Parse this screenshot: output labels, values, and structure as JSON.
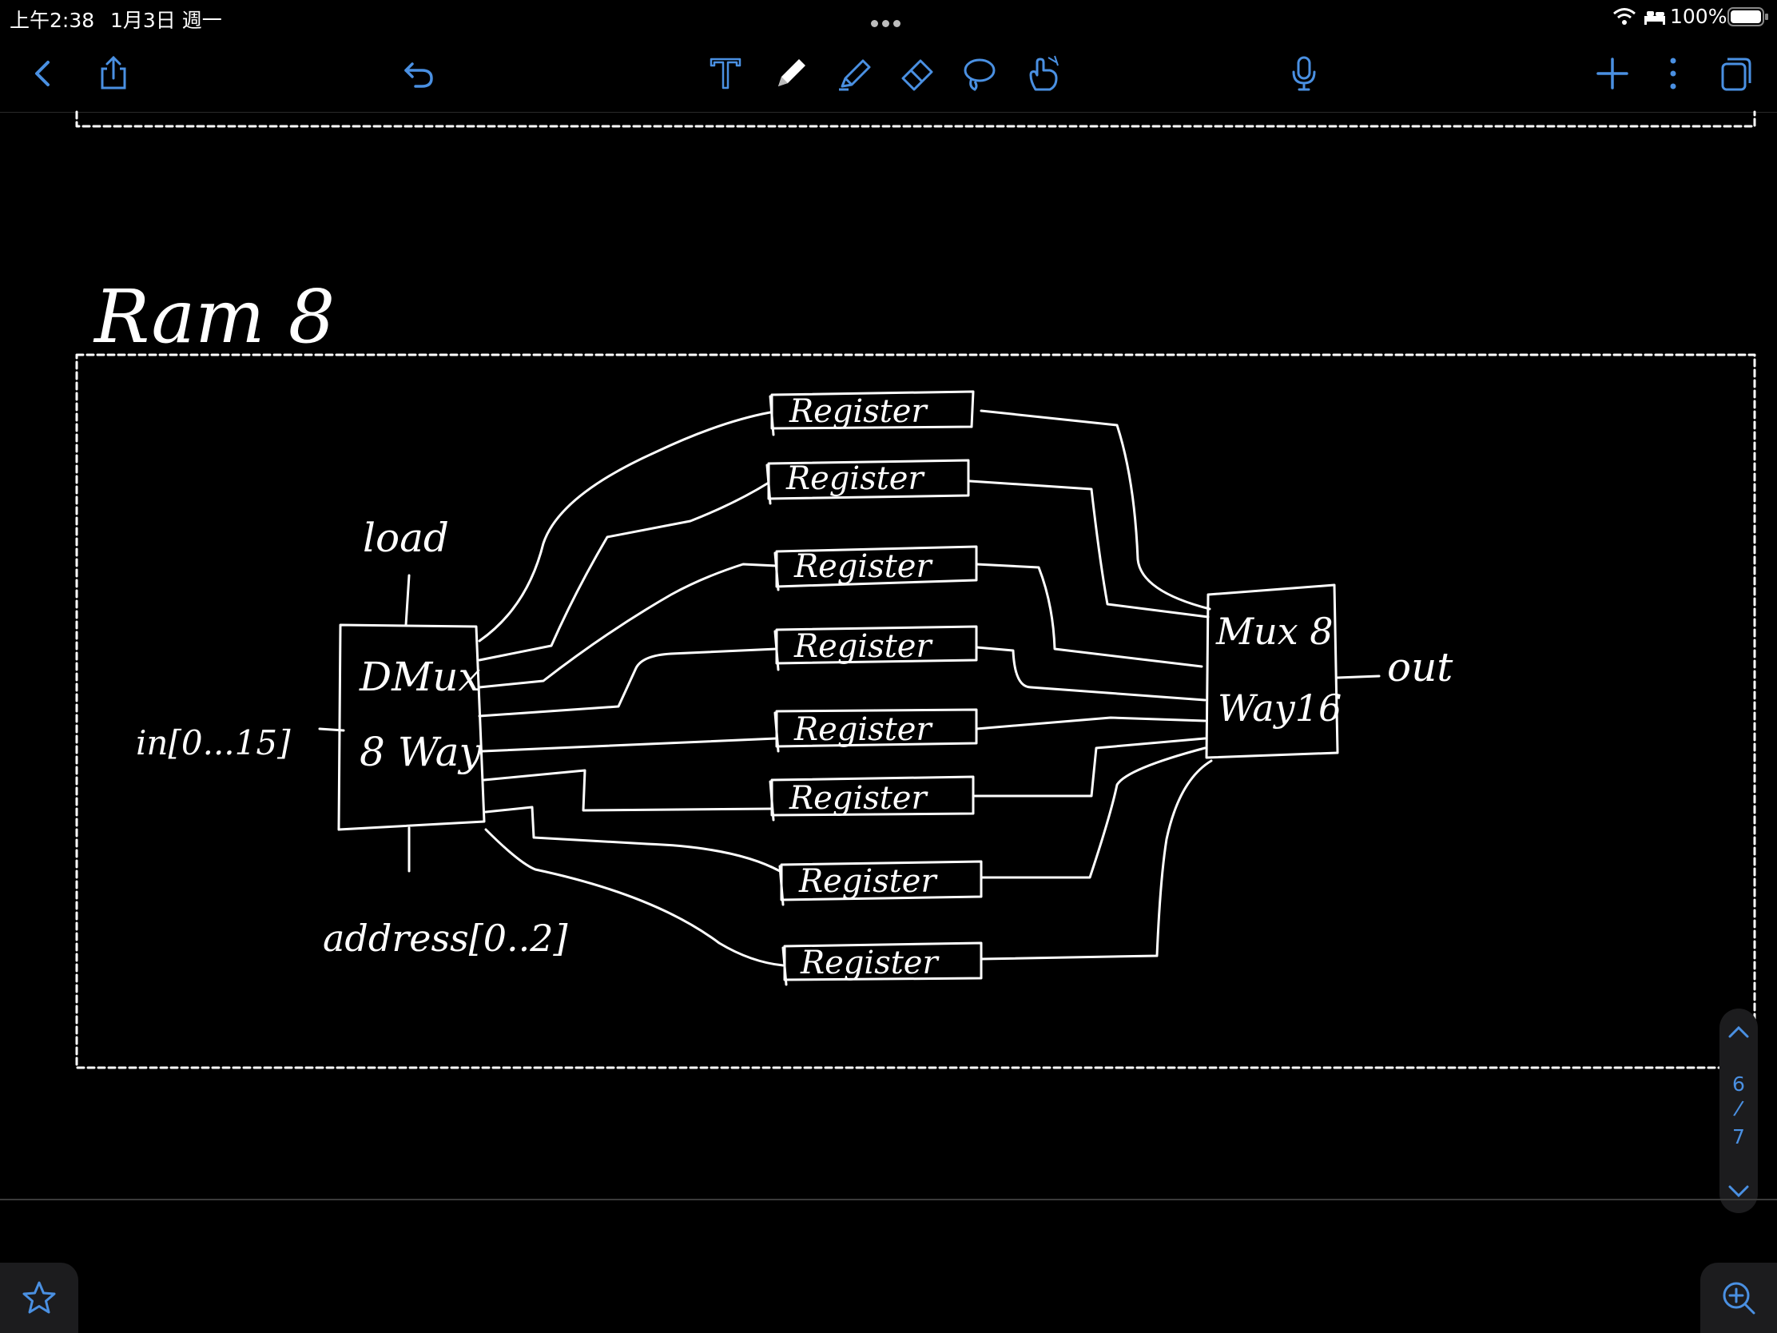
{
  "status": {
    "time": "上午2:38",
    "date": "1月3日 週一",
    "battery": "100%"
  },
  "toolbar": {
    "icons": [
      "chevron-left-icon",
      "share-icon",
      "undo-icon",
      "text-tool-icon",
      "pen-icon",
      "highlighter-icon",
      "eraser-icon",
      "lasso-icon",
      "hand-pointer-icon",
      "microphone-icon",
      "plus-icon",
      "more-icon",
      "pages-icon"
    ],
    "accent": "#4a90e2"
  },
  "note": {
    "title": "Ram 8",
    "dmux": {
      "line1": "DMux",
      "line2": "8 Way"
    },
    "mux": {
      "line1": "Mux 8",
      "line2": "Way16"
    },
    "load": "load",
    "input": "in[0...15]",
    "address": "address[0..2]",
    "output": "out",
    "registers": [
      "Register",
      "Register",
      "Register",
      "Register",
      "Register",
      "Register",
      "Register",
      "Register"
    ]
  },
  "pager": {
    "current": "6",
    "separator": "/",
    "total": "7"
  }
}
